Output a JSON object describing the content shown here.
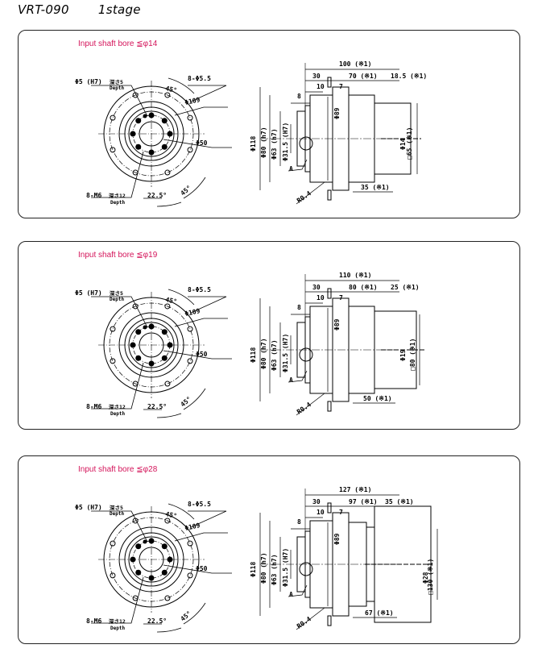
{
  "header": {
    "model": "VRT-090",
    "stage": "1stage"
  },
  "panels": [
    {
      "bore_label": "Input shaft bore  ≦φ14",
      "front": {
        "hole_a": "Φ5 (H7)",
        "hole_a_depth_jp": "深さ5",
        "hole_a_depth": "Depth",
        "angle": "45°",
        "bolt_holes": "8-Φ5.5",
        "pcd": "Φ109",
        "boss": "Φ50",
        "taps": "8-M6",
        "taps_depth_jp": "深さ12",
        "taps_depth": "Depth",
        "angle2": "22.5°",
        "angle3": "45°"
      },
      "side": {
        "total": "100 (※1)",
        "flange": "30",
        "body": "70 (※1)",
        "input_len": "18.5 (※1)",
        "seg10": "10",
        "seg7": "7",
        "seg8": "8",
        "d89": "Φ89",
        "d118": "Φ118",
        "d80": "Φ80 (h7)",
        "d63": "Φ63 (h7)",
        "d31": "Φ31.5 (H7)",
        "a": "A",
        "r": "R0.4",
        "bore": "Φ14",
        "sq": "□65 (※1)",
        "bottom": "35 (※1)"
      }
    },
    {
      "bore_label": "Input shaft bore  ≦φ19",
      "front": {
        "hole_a": "Φ5 (H7)",
        "hole_a_depth_jp": "深さ5",
        "hole_a_depth": "Depth",
        "angle": "45°",
        "bolt_holes": "8-Φ5.5",
        "pcd": "Φ109",
        "boss": "Φ50",
        "taps": "8-M6",
        "taps_depth_jp": "深さ12",
        "taps_depth": "Depth",
        "angle2": "22.5°",
        "angle3": "45°"
      },
      "side": {
        "total": "110 (※1)",
        "flange": "30",
        "body": "80 (※1)",
        "input_len": "25 (※1)",
        "seg10": "10",
        "seg7": "7",
        "seg8": "8",
        "d89": "Φ89",
        "d118": "Φ118",
        "d80": "Φ80 (h7)",
        "d63": "Φ63 (h7)",
        "d31": "Φ31.5 (H7)",
        "a": "A",
        "r": "R0.4",
        "bore": "Φ19",
        "sq": "□80 (※1)",
        "bottom": "50 (※1)"
      }
    },
    {
      "bore_label": "Input shaft bore  ≦φ28",
      "front": {
        "hole_a": "Φ5 (H7)",
        "hole_a_depth_jp": "深さ5",
        "hole_a_depth": "Depth",
        "angle": "45°",
        "bolt_holes": "8-Φ5.5",
        "pcd": "Φ109",
        "boss": "Φ50",
        "taps": "8-M6",
        "taps_depth_jp": "深さ12",
        "taps_depth": "Depth",
        "angle2": "22.5°",
        "angle3": "45°"
      },
      "side": {
        "total": "127 (※1)",
        "flange": "30",
        "body": "97 (※1)",
        "input_len": "35 (※1)",
        "seg10": "10",
        "seg7": "7",
        "seg8": "8",
        "d89": "Φ89",
        "d118": "Φ118",
        "d80": "Φ80 (h7)",
        "d63": "Φ63 (h7)",
        "d31": "Φ31.5 (H7)",
        "a": "A",
        "r": "R0.4",
        "bore": "Φ28",
        "sq": "□130 (※1)",
        "bottom": "67 (※1)"
      }
    }
  ]
}
